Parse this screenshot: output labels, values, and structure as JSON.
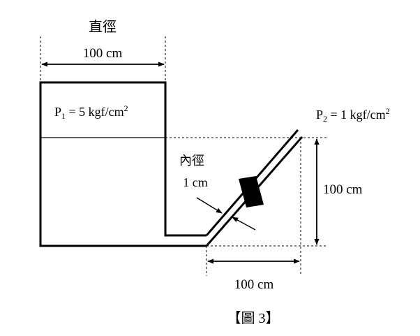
{
  "diameter": {
    "title": "直徑",
    "value": "100 cm"
  },
  "p1": {
    "symbol": "P",
    "sub": "1",
    "rest": " = 5 kgf/cm",
    "sup": "2"
  },
  "p2": {
    "symbol": "P",
    "sub": "2",
    "rest": " = 1 kgf/cm",
    "sup": "2"
  },
  "inner_diameter": {
    "title": "內徑",
    "value": "1 cm"
  },
  "height_dim": {
    "value": "100 cm"
  },
  "width_dim": {
    "value": "100 cm"
  },
  "caption": "【圖 3】"
}
